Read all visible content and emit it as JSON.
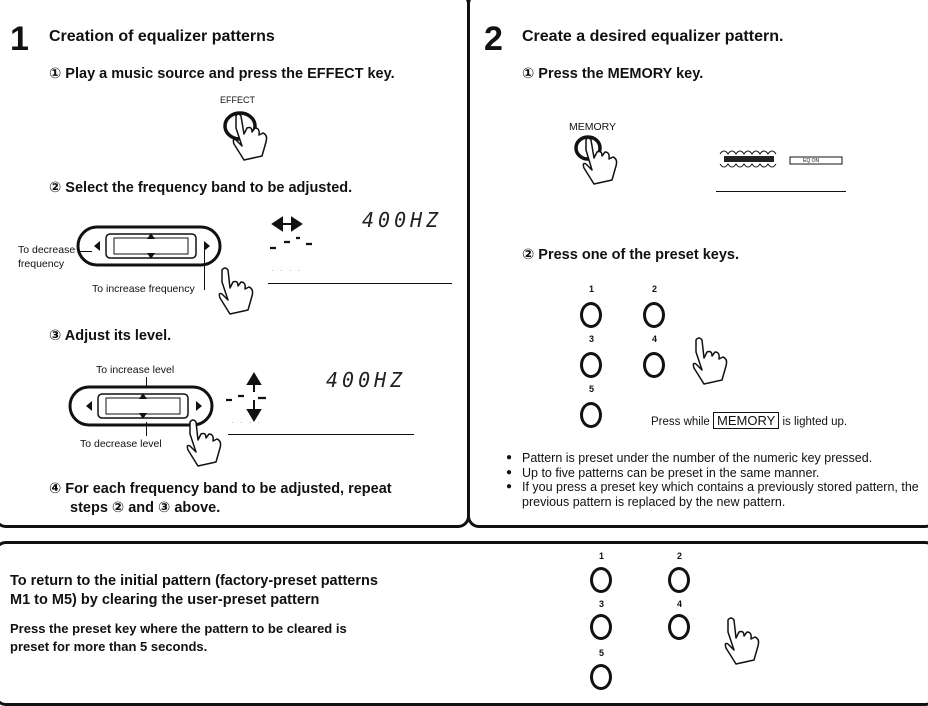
{
  "section1": {
    "number": "1",
    "title": "Creation of equalizer patterns",
    "step1": "① Play a music source and press the EFFECT key.",
    "effect_key_label": "EFFECT",
    "step2": "② Select the frequency band to be adjusted.",
    "display_freq_1": "400HZ",
    "label_decrease_frequency_line1": "To decrease",
    "label_decrease_frequency_line2": "frequency",
    "label_increase_frequency": "To increase frequency",
    "step3": "③ Adjust its level.",
    "label_increase_level": "To increase level",
    "display_freq_2": "400HZ",
    "label_decrease_level": "To decrease level",
    "step4_line1": "④ For each frequency band to be adjusted, repeat",
    "step4_line2": "steps ② and ③ above."
  },
  "section2": {
    "number": "2",
    "title": "Create a desired equalizer pattern.",
    "step1": "① Press the MEMORY key.",
    "memory_key_label": "MEMORY",
    "display_indicator": "EQ ON",
    "step2": "② Press one of the preset keys.",
    "preset_keys": [
      "1",
      "2",
      "3",
      "4",
      "5"
    ],
    "press_note_before": "Press while",
    "press_note_key": "MEMORY",
    "press_note_after": "is lighted up.",
    "bullets": [
      "Pattern is preset under the number of the numeric key pressed.",
      "Up to five patterns can be preset in the same manner.",
      "If you press a preset key which contains a previously stored pattern, the previous pattern is replaced by the new pattern."
    ]
  },
  "section3": {
    "heading_line1": "To return to the initial pattern (factory-preset patterns",
    "heading_line2": "M1 to M5) by clearing the user-preset pattern",
    "body_line1": "Press the preset key where the pattern to be cleared is",
    "body_line2": "preset for more than 5 seconds.",
    "preset_keys": [
      "1",
      "2",
      "3",
      "4",
      "5"
    ]
  }
}
